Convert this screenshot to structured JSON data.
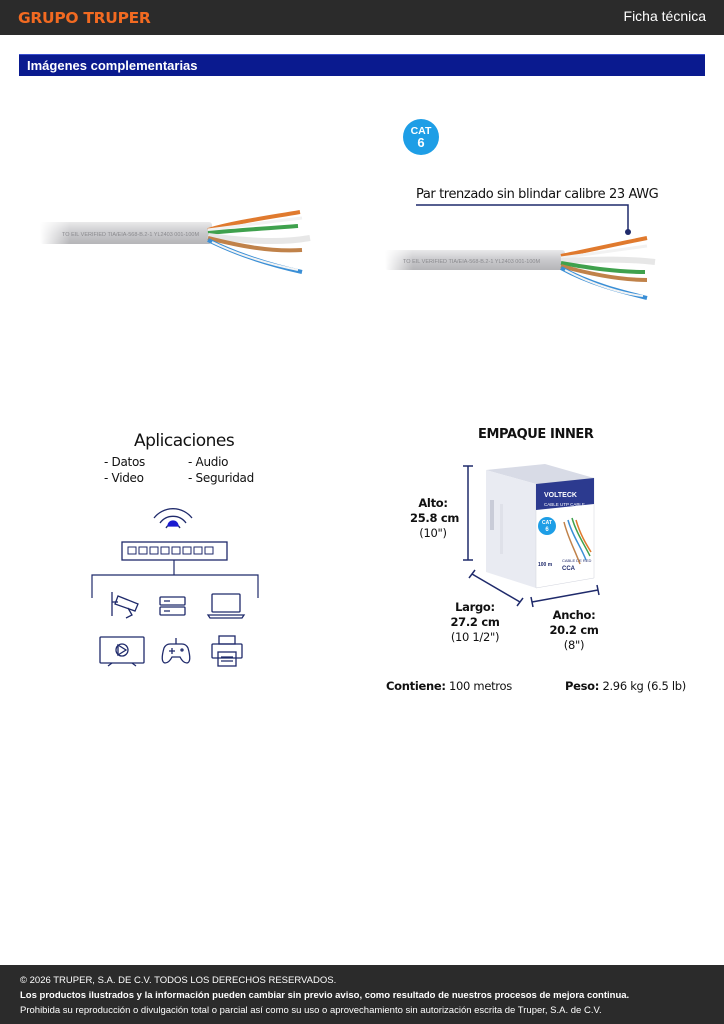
{
  "header": {
    "brand": "GRUPO TRUPER",
    "doc_type": "Ficha técnica"
  },
  "section": {
    "title": "Imágenes complementarias"
  },
  "cable_images": {
    "cable_print": "TO EIL VERIFIED TIA/EIA-568-B.2-1 YL2403 001-100M",
    "cat_badge": {
      "label": "CAT",
      "number": "6"
    },
    "callout": "Par trenzado sin blindar calibre 23 AWG"
  },
  "applications": {
    "title": "Aplicaciones",
    "items": [
      "- Datos",
      "- Audio",
      "- Video",
      "- Seguridad"
    ]
  },
  "packaging": {
    "title": "EMPAQUE INNER",
    "box": {
      "brand": "VOLTECK",
      "product": "CABLE UTP CABLE",
      "badge_label": "CAT",
      "badge_number": "6",
      "length": "100 m",
      "side_text": "CABLE DE RED",
      "material": "CCA"
    },
    "height": {
      "label": "Alto:",
      "metric": "25.8 cm",
      "imperial": "(10\")"
    },
    "length": {
      "label": "Largo:",
      "metric": "27.2 cm",
      "imperial": "(10 1/2\")"
    },
    "width": {
      "label": "Ancho:",
      "metric": "20.2 cm",
      "imperial": "(8\")"
    },
    "contents": {
      "label": "Contiene:",
      "value": "100 metros"
    },
    "weight": {
      "label": "Peso:",
      "value": "2.96 kg (6.5 lb)"
    }
  },
  "footer": {
    "copyright": "© 2026 TRUPER, S.A. DE C.V. TODOS LOS DERECHOS RESERVADOS.",
    "notice": "Los productos ilustrados y la información pueden cambiar sin previo aviso, como resultado de nuestros procesos de mejora continua.",
    "prohibition": "Prohibida su reproducción o divulgación total o parcial así como su uso o aprovechamiento sin autorización escrita de Truper, S.A. de C.V."
  },
  "colors": {
    "brand_orange": "#f26a21",
    "dark_bar": "#2b2b2b",
    "section_blue": "#0a1a8f",
    "icon_navy": "#1f2a6b",
    "badge_blue": "#1e9ee6"
  }
}
